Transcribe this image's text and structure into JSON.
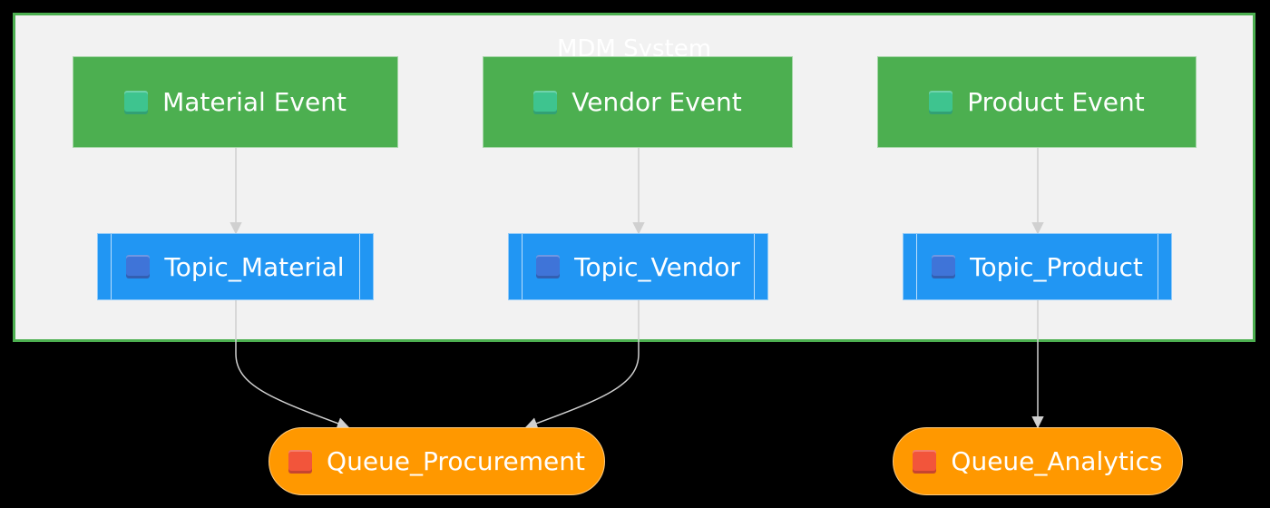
{
  "cluster": {
    "title": "MDM System"
  },
  "nodes": {
    "material_event": {
      "label": "Material Event",
      "icon": "green-square-icon"
    },
    "vendor_event": {
      "label": "Vendor Event",
      "icon": "green-square-icon"
    },
    "product_event": {
      "label": "Product Event",
      "icon": "green-square-icon"
    },
    "topic_material": {
      "label": "Topic_Material",
      "icon": "blue-square-icon"
    },
    "topic_vendor": {
      "label": "Topic_Vendor",
      "icon": "blue-square-icon"
    },
    "topic_product": {
      "label": "Topic_Product",
      "icon": "blue-square-icon"
    },
    "queue_procurement": {
      "label": "Queue_Procurement",
      "icon": "red-square-icon"
    },
    "queue_analytics": {
      "label": "Queue_Analytics",
      "icon": "red-square-icon"
    }
  },
  "edges": [
    {
      "from": "material_event",
      "to": "topic_material"
    },
    {
      "from": "vendor_event",
      "to": "topic_vendor"
    },
    {
      "from": "product_event",
      "to": "topic_product"
    },
    {
      "from": "topic_material",
      "to": "queue_procurement"
    },
    {
      "from": "topic_vendor",
      "to": "queue_procurement"
    },
    {
      "from": "topic_product",
      "to": "queue_analytics"
    }
  ],
  "colors": {
    "background": "#000000",
    "cluster_fill": "#f2f2f2",
    "cluster_border": "#4caf50",
    "event_fill": "#4caf50",
    "topic_fill": "#2196f3",
    "queue_fill": "#ff9800",
    "edge": "#d0d0d0"
  }
}
